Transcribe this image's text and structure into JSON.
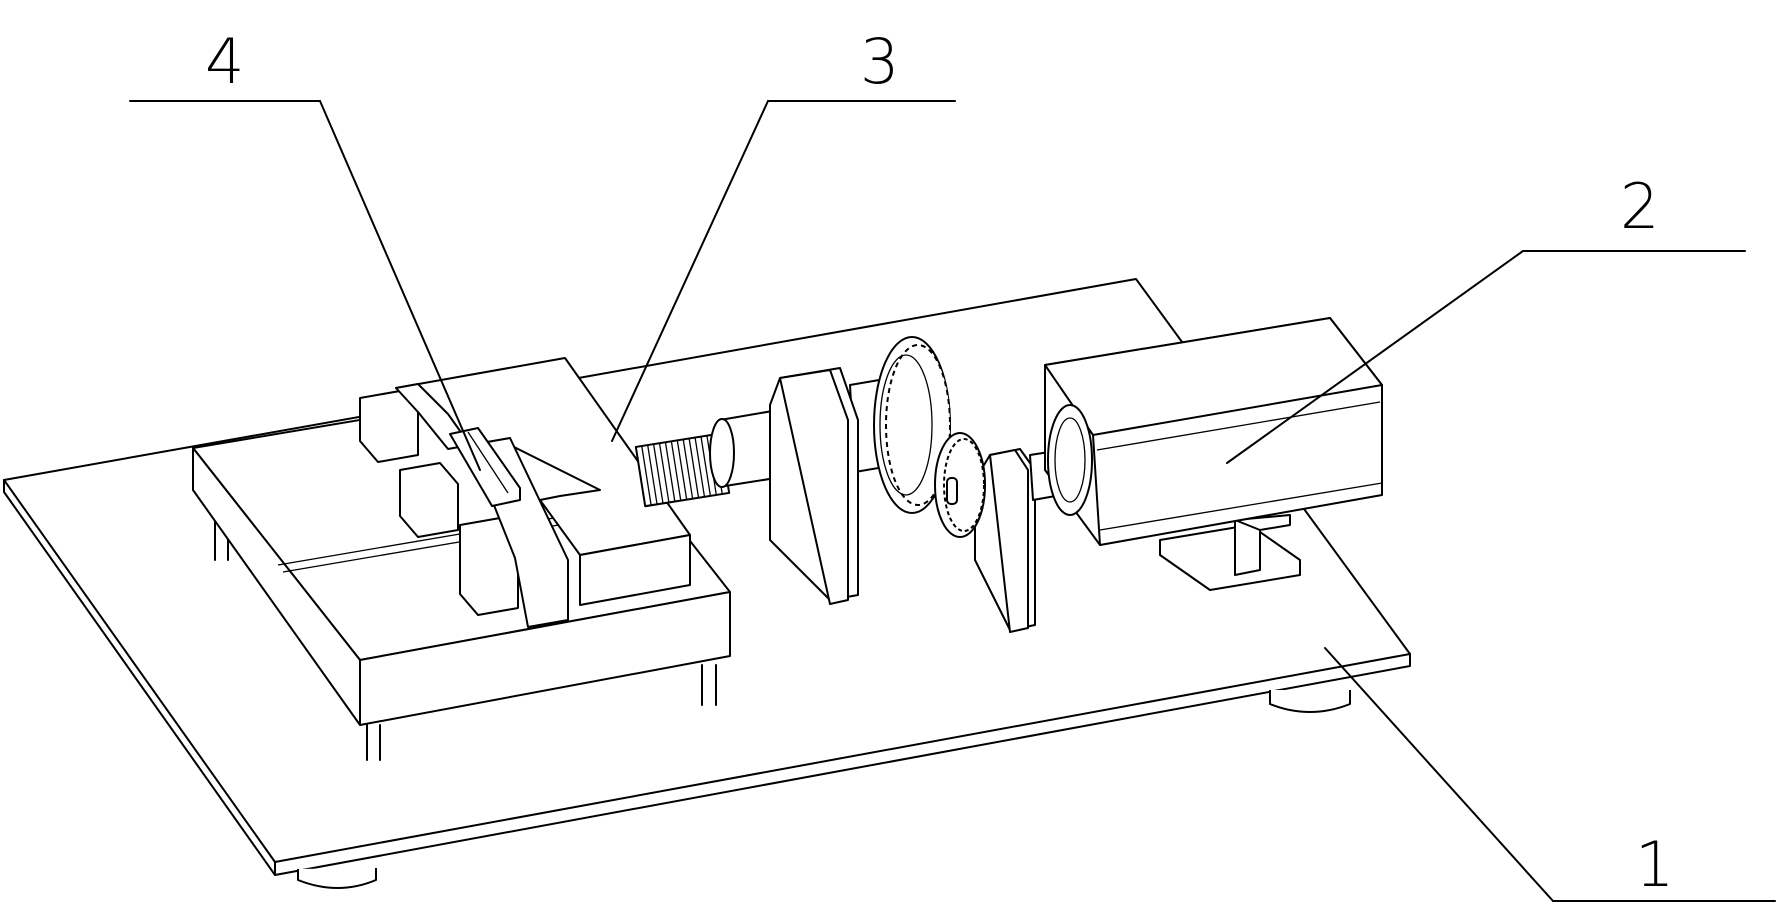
{
  "callouts": [
    {
      "id": "part-4",
      "text": "4"
    },
    {
      "id": "part-3",
      "text": "3"
    },
    {
      "id": "part-2",
      "text": "2"
    },
    {
      "id": "part-1",
      "text": "1"
    }
  ]
}
